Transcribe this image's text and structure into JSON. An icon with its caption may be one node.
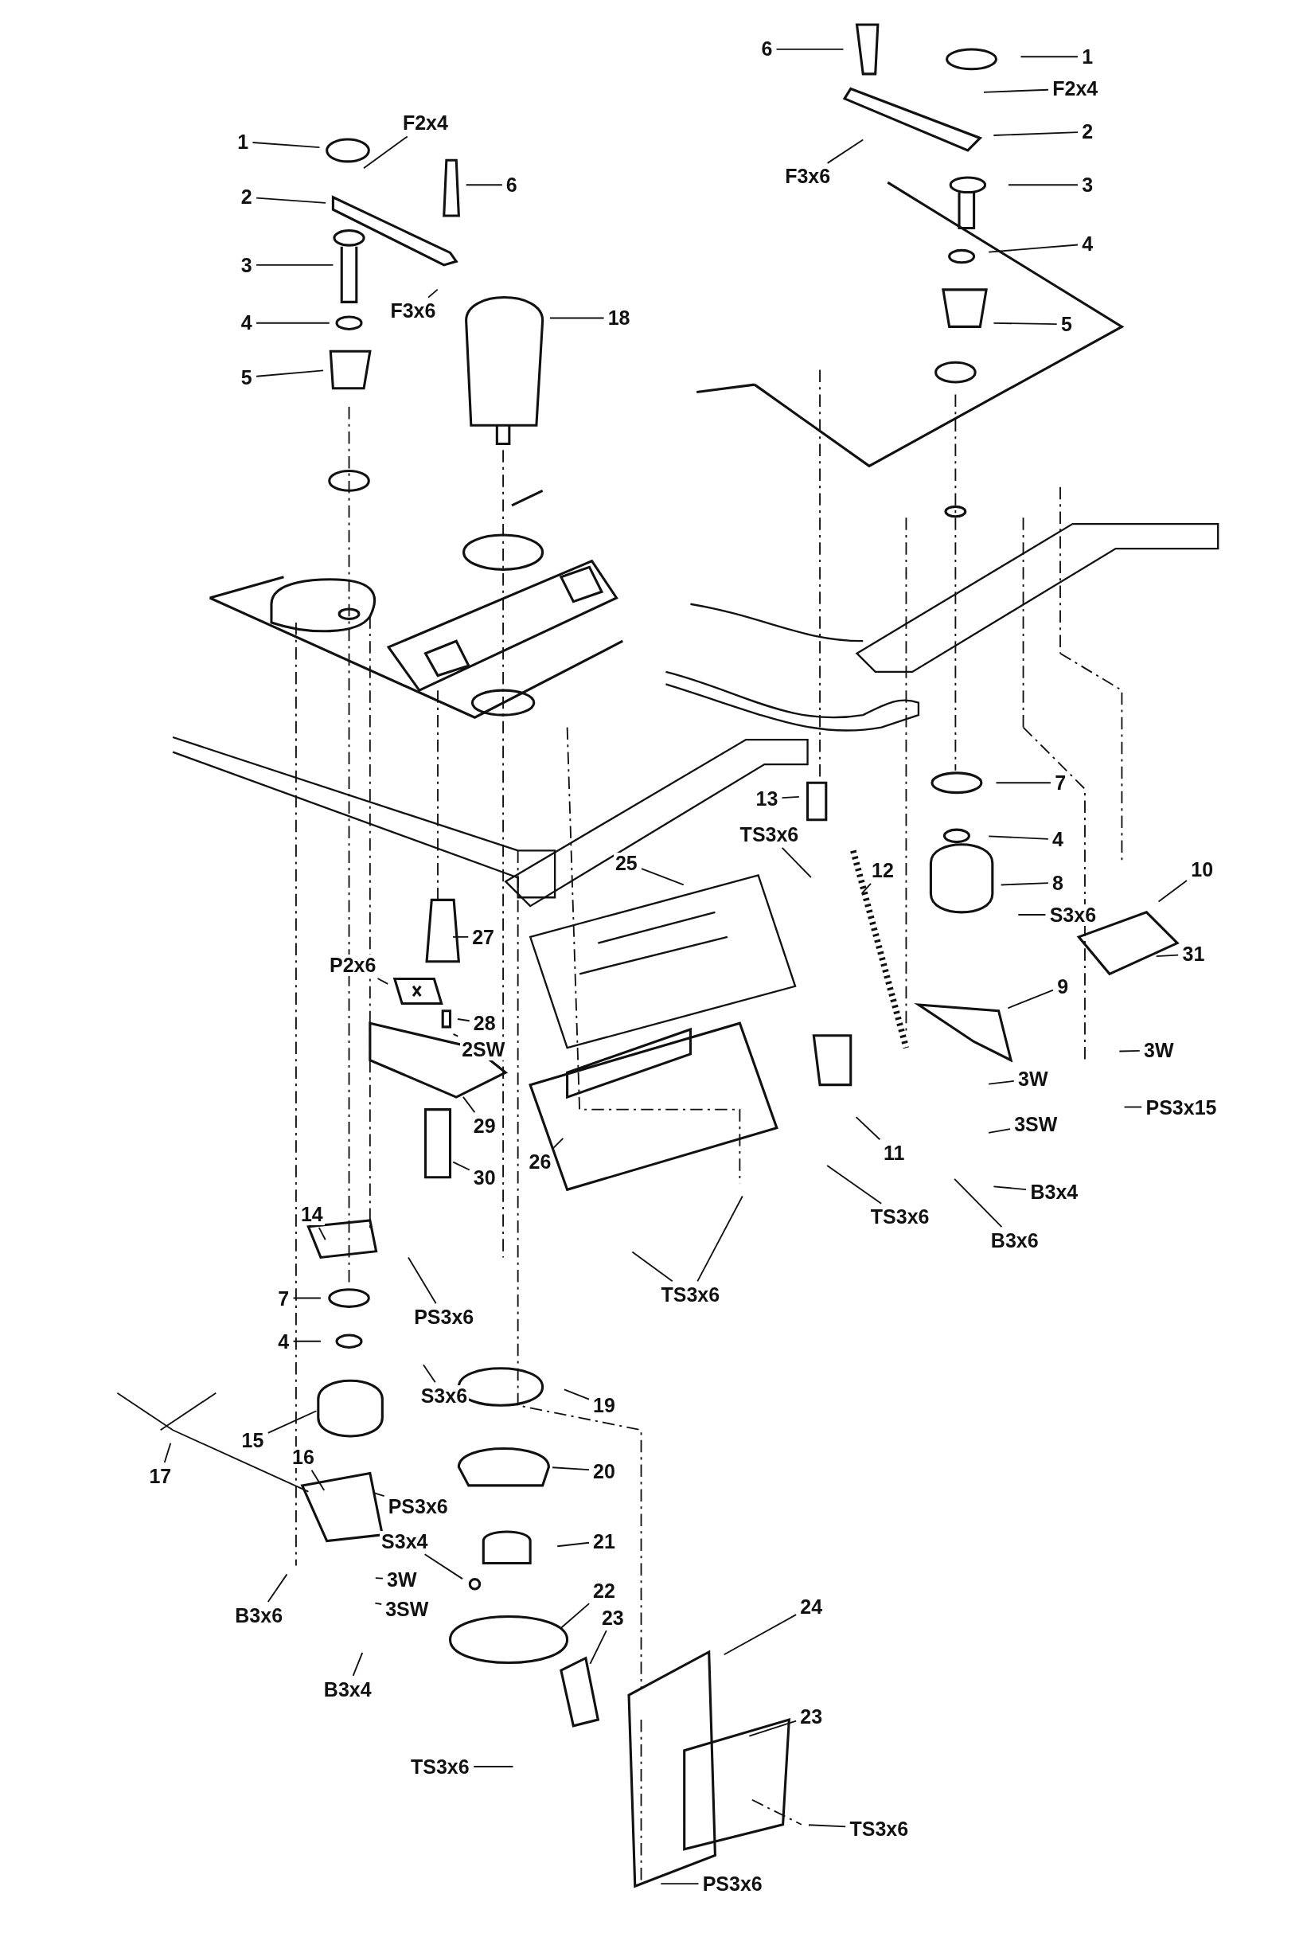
{
  "diagram": {
    "nodes": [
      {
        "text": [
          "1"
        ]
      },
      {
        "text": [
          "F2x4"
        ]
      },
      {
        "text": [
          "2"
        ]
      },
      {
        "text": [
          "6"
        ]
      },
      {
        "text": [
          "3"
        ]
      },
      {
        "text": [
          "F3x6"
        ]
      },
      {
        "text": [
          "18"
        ]
      },
      {
        "text": [
          "4"
        ]
      },
      {
        "text": [
          "5"
        ]
      },
      {
        "text": [
          "6"
        ]
      },
      {
        "text": [
          "1"
        ]
      },
      {
        "text": [
          "F2x4"
        ]
      },
      {
        "text": [
          "2"
        ]
      },
      {
        "text": [
          "F3x6"
        ]
      },
      {
        "text": [
          "3"
        ]
      },
      {
        "text": [
          "4"
        ]
      },
      {
        "text": [
          "5"
        ]
      },
      {
        "text": [
          "7"
        ]
      },
      {
        "text": [
          "13"
        ]
      },
      {
        "text": [
          "TS3x6"
        ]
      },
      {
        "text": [
          "4"
        ]
      },
      {
        "text": [
          "12"
        ]
      },
      {
        "text": [
          "10"
        ]
      },
      {
        "text": [
          "8"
        ]
      },
      {
        "text": [
          "S3x6"
        ]
      },
      {
        "text": [
          "31"
        ]
      },
      {
        "text": [
          "9"
        ]
      },
      {
        "text": [
          "3W"
        ]
      },
      {
        "text": [
          "3W"
        ]
      },
      {
        "text": [
          "3SW"
        ]
      },
      {
        "text": [
          "PS3x15"
        ]
      },
      {
        "text": [
          "11"
        ]
      },
      {
        "text": [
          "B3x4"
        ]
      },
      {
        "text": [
          "TS3x6"
        ]
      },
      {
        "text": [
          "B3x6"
        ]
      },
      {
        "text": [
          "25"
        ]
      },
      {
        "text": [
          "27"
        ]
      },
      {
        "text": [
          "P2x6"
        ]
      },
      {
        "text": [
          "28"
        ]
      },
      {
        "text": [
          "2SW"
        ]
      },
      {
        "text": [
          "29"
        ]
      },
      {
        "text": [
          "26"
        ]
      },
      {
        "text": [
          "30"
        ]
      },
      {
        "text": [
          "TS3x6"
        ]
      },
      {
        "text": [
          "14"
        ]
      },
      {
        "text": [
          "PS3x6"
        ]
      },
      {
        "text": [
          "7"
        ]
      },
      {
        "text": [
          "4"
        ]
      },
      {
        "text": [
          "S3x6"
        ]
      },
      {
        "text": [
          "15"
        ]
      },
      {
        "text": [
          "17"
        ]
      },
      {
        "text": [
          "16"
        ]
      },
      {
        "text": [
          "PS3x6"
        ]
      },
      {
        "text": [
          "19"
        ]
      },
      {
        "text": [
          "20"
        ]
      },
      {
        "text": [
          "21"
        ]
      },
      {
        "text": [
          "S3x4"
        ]
      },
      {
        "text": [
          "3W"
        ]
      },
      {
        "text": [
          "3SW"
        ]
      },
      {
        "text": [
          "B3x6"
        ]
      },
      {
        "text": [
          "B3x4"
        ]
      },
      {
        "text": [
          "22"
        ]
      },
      {
        "text": [
          "23"
        ]
      },
      {
        "text": [
          "24"
        ]
      },
      {
        "text": [
          "23"
        ]
      },
      {
        "text": [
          "TS3x6"
        ]
      },
      {
        "text": [
          "TS3x6"
        ]
      },
      {
        "text": [
          "PS3x6"
        ]
      }
    ],
    "edges": [
      {
        "from": 0,
        "to": null,
        "arrow": "none"
      },
      {
        "from": 1,
        "to": null,
        "arrow": "none"
      },
      {
        "from": 2,
        "to": null,
        "arrow": "none"
      },
      {
        "from": 3,
        "to": null,
        "arrow": "none"
      },
      {
        "from": 4,
        "to": null,
        "arrow": "none"
      },
      {
        "from": 5,
        "to": null,
        "arrow": "none"
      },
      {
        "from": 6,
        "to": null,
        "arrow": "none"
      },
      {
        "from": 7,
        "to": null,
        "arrow": "none"
      },
      {
        "from": 8,
        "to": null,
        "arrow": "none"
      },
      {
        "from": 9,
        "to": null,
        "arrow": "none"
      },
      {
        "from": 10,
        "to": null,
        "arrow": "none"
      },
      {
        "from": 11,
        "to": null,
        "arrow": "none"
      },
      {
        "from": 12,
        "to": null,
        "arrow": "none"
      },
      {
        "from": 13,
        "to": null,
        "arrow": "none"
      },
      {
        "from": 14,
        "to": null,
        "arrow": "none"
      },
      {
        "from": 15,
        "to": null,
        "arrow": "none"
      },
      {
        "from": 16,
        "to": null,
        "arrow": "none"
      },
      {
        "from": 17,
        "to": null,
        "arrow": "none"
      },
      {
        "from": 18,
        "to": null,
        "arrow": "none"
      },
      {
        "from": 19,
        "to": null,
        "arrow": "none"
      },
      {
        "from": 20,
        "to": null,
        "arrow": "none"
      },
      {
        "from": 21,
        "to": null,
        "arrow": "none"
      },
      {
        "from": 22,
        "to": null,
        "arrow": "none"
      },
      {
        "from": 23,
        "to": null,
        "arrow": "none"
      },
      {
        "from": 24,
        "to": null,
        "arrow": "none"
      },
      {
        "from": 25,
        "to": null,
        "arrow": "none"
      },
      {
        "from": 26,
        "to": null,
        "arrow": "none"
      },
      {
        "from": 27,
        "to": null,
        "arrow": "none"
      },
      {
        "from": 28,
        "to": null,
        "arrow": "none"
      },
      {
        "from": 29,
        "to": null,
        "arrow": "none"
      },
      {
        "from": 30,
        "to": null,
        "arrow": "none"
      },
      {
        "from": 31,
        "to": null,
        "arrow": "none"
      },
      {
        "from": 32,
        "to": null,
        "arrow": "none"
      },
      {
        "from": 33,
        "to": null,
        "arrow": "none"
      },
      {
        "from": 34,
        "to": null,
        "arrow": "none"
      },
      {
        "from": 35,
        "to": null,
        "arrow": "none"
      },
      {
        "from": 36,
        "to": null,
        "arrow": "none"
      },
      {
        "from": 37,
        "to": null,
        "arrow": "none"
      },
      {
        "from": 38,
        "to": null,
        "arrow": "none"
      },
      {
        "from": 39,
        "to": null,
        "arrow": "none"
      },
      {
        "from": 40,
        "to": null,
        "arrow": "none"
      },
      {
        "from": 41,
        "to": null,
        "arrow": "none"
      },
      {
        "from": 42,
        "to": null,
        "arrow": "none"
      },
      {
        "from": 43,
        "to": null,
        "arrow": "none"
      },
      {
        "from": 43,
        "to": null,
        "arrow": "none"
      },
      {
        "from": 44,
        "to": null,
        "arrow": "none"
      },
      {
        "from": 45,
        "to": null,
        "arrow": "none"
      },
      {
        "from": 46,
        "to": null,
        "arrow": "none"
      },
      {
        "from": 47,
        "to": null,
        "arrow": "none"
      },
      {
        "from": 48,
        "to": null,
        "arrow": "none"
      },
      {
        "from": 49,
        "to": null,
        "arrow": "none"
      },
      {
        "from": 50,
        "to": null,
        "arrow": "none"
      },
      {
        "from": 51,
        "to": null,
        "arrow": "none"
      },
      {
        "from": 52,
        "to": null,
        "arrow": "none"
      },
      {
        "from": 53,
        "to": null,
        "arrow": "none"
      },
      {
        "from": 54,
        "to": null,
        "arrow": "none"
      },
      {
        "from": 55,
        "to": null,
        "arrow": "none"
      },
      {
        "from": 56,
        "to": null,
        "arrow": "none"
      },
      {
        "from": 57,
        "to": null,
        "arrow": "none"
      },
      {
        "from": 58,
        "to": null,
        "arrow": "none"
      },
      {
        "from": 59,
        "to": null,
        "arrow": "none"
      },
      {
        "from": 60,
        "to": null,
        "arrow": "none"
      },
      {
        "from": 61,
        "to": null,
        "arrow": "none"
      },
      {
        "from": 62,
        "to": null,
        "arrow": "none"
      },
      {
        "from": 63,
        "to": null,
        "arrow": "none"
      },
      {
        "from": 64,
        "to": null,
        "arrow": "none"
      },
      {
        "from": 65,
        "to": null,
        "arrow": "none"
      },
      {
        "from": 66,
        "to": null,
        "arrow": "none"
      },
      {
        "from": 67,
        "to": null,
        "arrow": "none"
      }
    ]
  }
}
